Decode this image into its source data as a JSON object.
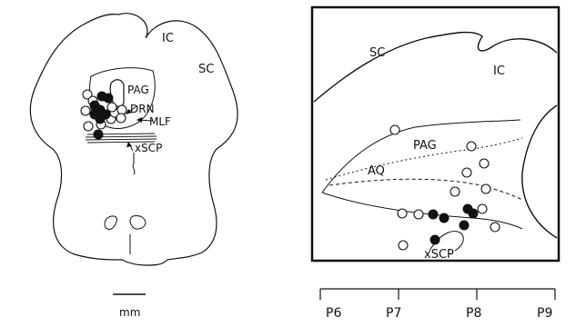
{
  "left_panel": {
    "labels": {
      "ic": "IC",
      "sc": "SC",
      "pag": "PAG",
      "drn": "DRN",
      "mlf": "MLF",
      "xscp": "xSCP"
    },
    "scale_bar_unit": "mm"
  },
  "right_panel": {
    "labels": {
      "sc": "SC",
      "ic": "IC",
      "pag": "PAG",
      "aq": "AQ",
      "xscp": "xSCP"
    }
  },
  "axis": {
    "ticks": [
      "P6",
      "P7",
      "P8",
      "P9"
    ]
  },
  "colors": {
    "ink": "#111111",
    "background": "#ffffff"
  }
}
